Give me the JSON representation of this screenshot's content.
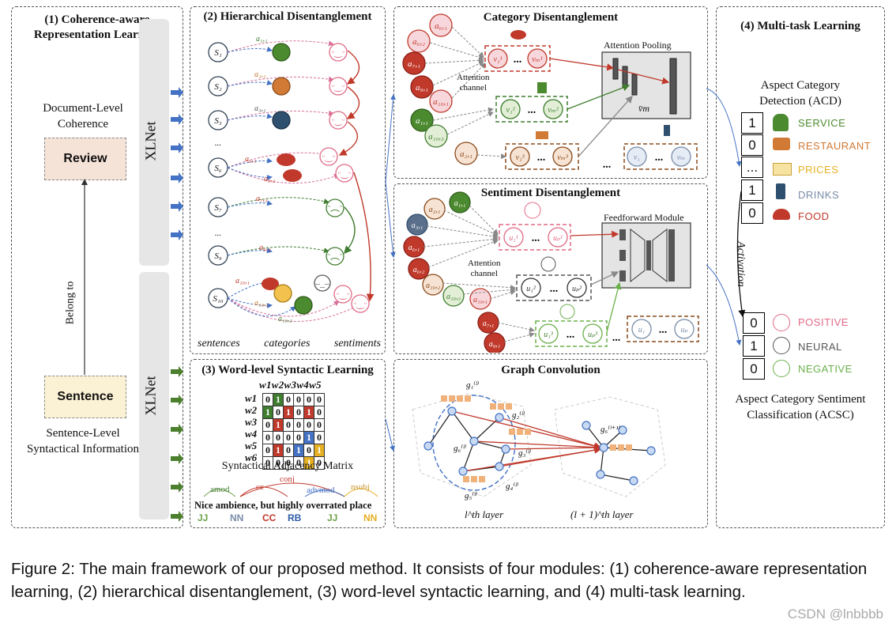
{
  "panel1": {
    "title_l1": "(1) Coherence-aware",
    "title_l2": "Representation Learning",
    "doc_l1": "Document-Level",
    "doc_l2": "Coherence",
    "review": "Review",
    "belong_to": "Belong to",
    "sentence": "Sentence",
    "sent_l1": "Sentence-Level",
    "sent_l2": "Syntactical Information",
    "xlnet": "XLNet"
  },
  "panel2": {
    "title": "(2) Hierarchical Disentanglement",
    "sentences": [
      "S1",
      "S2",
      "S3",
      "S6",
      "S7",
      "S9",
      "S10"
    ],
    "dots": "...",
    "weights": [
      "a1,1",
      "a2,1",
      "a3,1",
      "a6,1",
      "a6,2",
      "a7,1",
      "a9,1",
      "a10,1",
      "a10,2",
      "a10,3"
    ],
    "footer": [
      "sentences",
      "categories",
      "sentiments"
    ]
  },
  "panel3": {
    "title": "(3) Word-level Syntactic Learning",
    "words": [
      "w1",
      "w2",
      "w3",
      "w4",
      "w5",
      "w6"
    ],
    "header": "w1w2w3w4w5",
    "matrix": [
      [
        "0",
        "1",
        "0",
        "0",
        "0"
      ],
      [
        "1",
        "0",
        "1",
        "0",
        "1",
        "0"
      ],
      [
        "0",
        "1",
        "0",
        "0",
        "0",
        "0"
      ],
      [
        "0",
        "0",
        "0",
        "0",
        "1",
        "0"
      ],
      [
        "0",
        "1",
        "0",
        "1",
        "0",
        "1"
      ],
      [
        "0",
        "0",
        "0",
        "0",
        "1",
        "0"
      ]
    ],
    "matrix_label": "Syntactical Adjacency Matrix",
    "deps": [
      "amod",
      "cc",
      "conj",
      "advmod",
      "nsubj"
    ],
    "sentence": "Nice ambience, but highly overrated place",
    "tags": [
      "JJ",
      "NN",
      "CC",
      "RB",
      "JJ",
      "NN"
    ]
  },
  "category": {
    "title": "Category Disentanglement",
    "attn_pool": "Attention Pooling",
    "attn_channel_l1": "Attention",
    "attn_channel_l2": "channel",
    "nodes": [
      "a6,1",
      "a6,2",
      "a7,1",
      "a9,1",
      "a10,1",
      "a1,1",
      "a10,3",
      "a2,1"
    ],
    "v_out": "v̄m"
  },
  "sentiment": {
    "title": "Sentiment Disentanglement",
    "ffn": "Feedforward Module",
    "attn_channel_l1": "Attention",
    "attn_channel_l2": "channel",
    "nodes": [
      "a2,1",
      "a1,1",
      "a3,1",
      "a6,1",
      "a6,2",
      "a10,2",
      "a10,3",
      "a10,1",
      "a7,1",
      "a9,1"
    ]
  },
  "graph": {
    "title": "Graph Convolution",
    "layer1": "l^th layer",
    "layer2": "(l + 1)^th layer"
  },
  "panel4": {
    "title": "(4) Multi-task Learning",
    "acd_l1": "Aspect Category",
    "acd_l2": "Detection (ACD)",
    "acd_vals": [
      "1",
      "0",
      "...",
      "1",
      "0"
    ],
    "categories": [
      "SERVICE",
      "RESTAURANT",
      "PRICES",
      "DRINKS",
      "FOOD"
    ],
    "activation": "Activation",
    "acsc_vals": [
      "0",
      "1",
      "0"
    ],
    "sentiments": [
      "POSITIVE",
      "NEURAL",
      "NEGATIVE"
    ],
    "acsc_l1": "Aspect Category Sentiment",
    "acsc_l2": "Classification (ACSC)"
  },
  "caption": "Figure 2: The main framework of our proposed method. It consists of four modules: (1) coherence-aware representation learning, (2) hierarchical disentanglement, (3) word-level syntactic learning, and (4) multi-task learning.",
  "watermark": "CSDN @lnbbbb",
  "colors": {
    "red": "#c0392b",
    "green": "#3f7d2f",
    "orange": "#c8742d",
    "blue": "#4472c4",
    "pink": "#e06a86",
    "purple": "#7a5aa0",
    "yellow": "#e6b023"
  }
}
